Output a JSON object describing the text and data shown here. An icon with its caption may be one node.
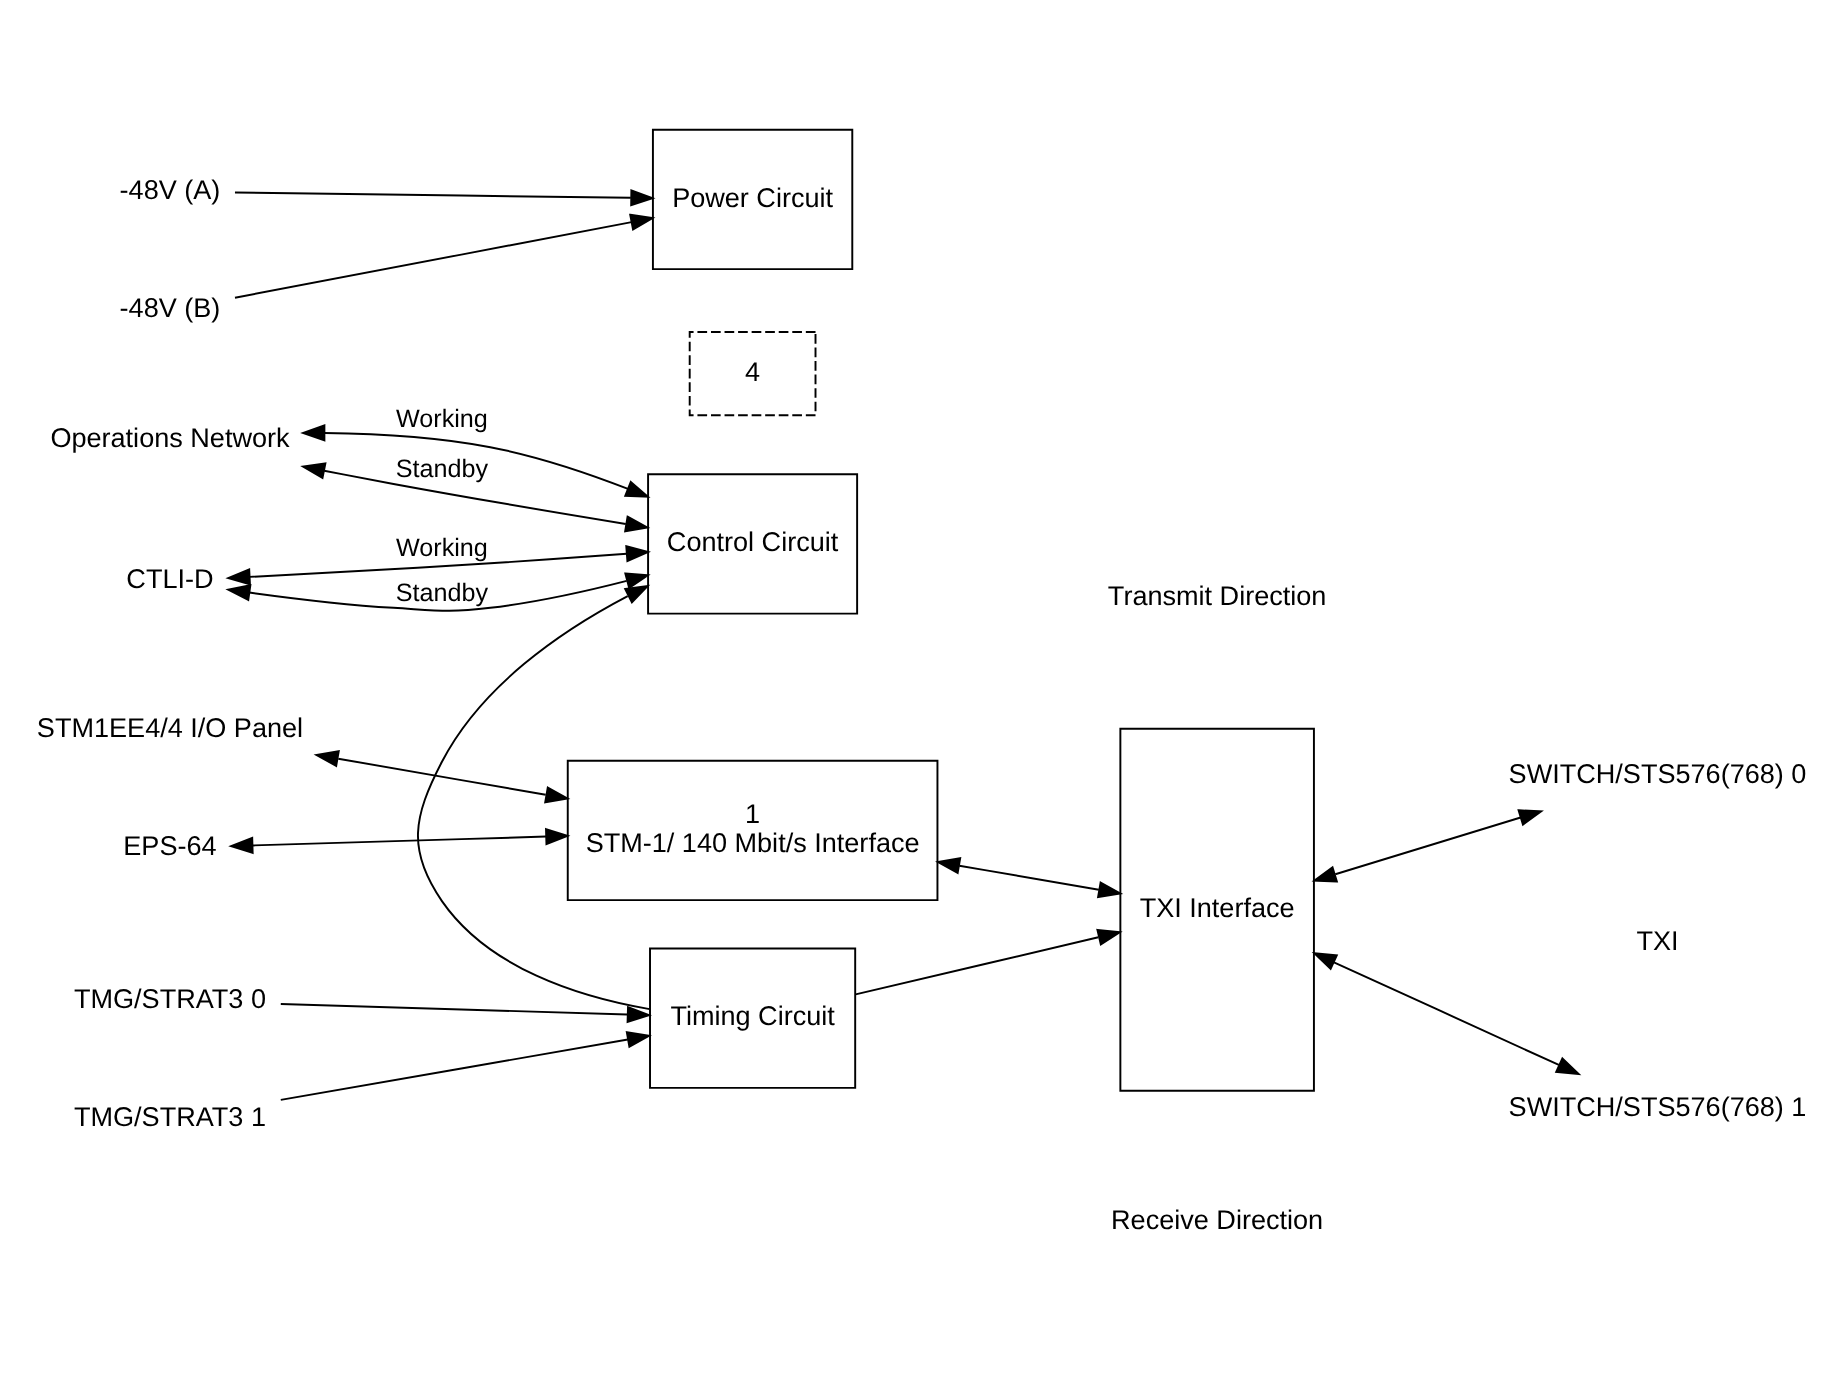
{
  "diagram": {
    "nodes": [
      {
        "text": [
          "Operations Network"
        ]
      },
      {
        "text": [
          "CTLI-D"
        ]
      },
      {
        "text": [
          "Control Circuit"
        ]
      },
      {
        "text": [
          "TMG/STRAT3 0"
        ]
      },
      {
        "text": [
          "TMG/STRAT3 1"
        ]
      },
      {
        "text": [
          "Timing Circuit"
        ]
      },
      {
        "text": [
          "STM1EE4/4 I/O Panel"
        ]
      },
      {
        "text": [
          "EPS-64"
        ]
      },
      {
        "text": [
          "1",
          "STM-1/ 140 Mbit/s Interface"
        ]
      },
      {
        "text": [
          "4"
        ]
      },
      {
        "text": [
          "-48V (A)"
        ]
      },
      {
        "text": [
          "-48V (B)"
        ]
      },
      {
        "text": [
          "Power Circuit"
        ]
      },
      {
        "text": [
          "TXI Interface"
        ]
      },
      {
        "text": [
          "SWITCH/STS576(768) 0"
        ]
      },
      {
        "text": [
          "SWITCH/STS576(768) 1"
        ]
      }
    ],
    "edges": [
      {
        "from": 0,
        "to": 2,
        "arrow": "both",
        "label": "Working"
      },
      {
        "from": 0,
        "to": 2,
        "arrow": "both",
        "label": "Standby"
      },
      {
        "from": 1,
        "to": 2,
        "arrow": "both",
        "label": "Working"
      },
      {
        "from": 1,
        "to": 2,
        "arrow": "both",
        "label": "Standby"
      },
      {
        "from": 5,
        "to": 2,
        "arrow": "to"
      },
      {
        "from": 3,
        "to": 5,
        "arrow": "to"
      },
      {
        "from": 4,
        "to": 5,
        "arrow": "to"
      },
      {
        "from": 5,
        "to": 13,
        "arrow": "to"
      },
      {
        "from": 6,
        "to": 8,
        "arrow": "both"
      },
      {
        "from": 7,
        "to": 8,
        "arrow": "both"
      },
      {
        "from": 8,
        "to": 13,
        "arrow": "both"
      },
      {
        "from": 10,
        "to": 12,
        "arrow": "to"
      },
      {
        "from": 11,
        "to": 12,
        "arrow": "to"
      },
      {
        "from": 13,
        "to": 14,
        "arrow": "both"
      },
      {
        "from": 13,
        "to": 15,
        "arrow": "both"
      }
    ],
    "labels": [
      "Transmit Direction",
      "TXI",
      "Receive Direction"
    ]
  }
}
